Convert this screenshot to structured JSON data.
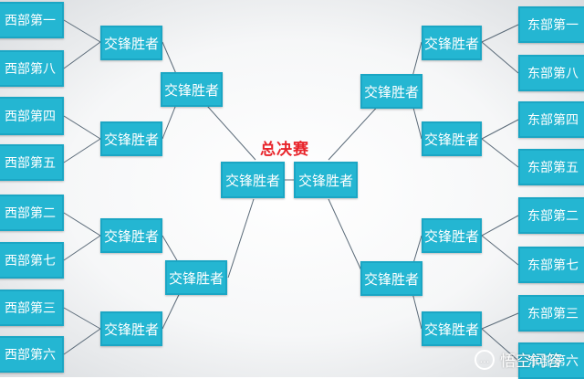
{
  "final": {
    "label": "总决赛"
  },
  "winner_label": "交锋胜者",
  "west": [
    "西部第一",
    "西部第八",
    "西部第四",
    "西部第五",
    "西部第二",
    "西部第七",
    "西部第三",
    "西部第六"
  ],
  "east": [
    "东部第一",
    "东部第八",
    "东部第四",
    "东部第五",
    "东部第二",
    "东部第七",
    "东部第三",
    "东部第六"
  ],
  "watermark": {
    "text": "悟空问答"
  },
  "colors": {
    "box": "#24b6d2",
    "border": "#1ba6c4",
    "final_label": "#e8242b",
    "line": "#5a6a78"
  }
}
